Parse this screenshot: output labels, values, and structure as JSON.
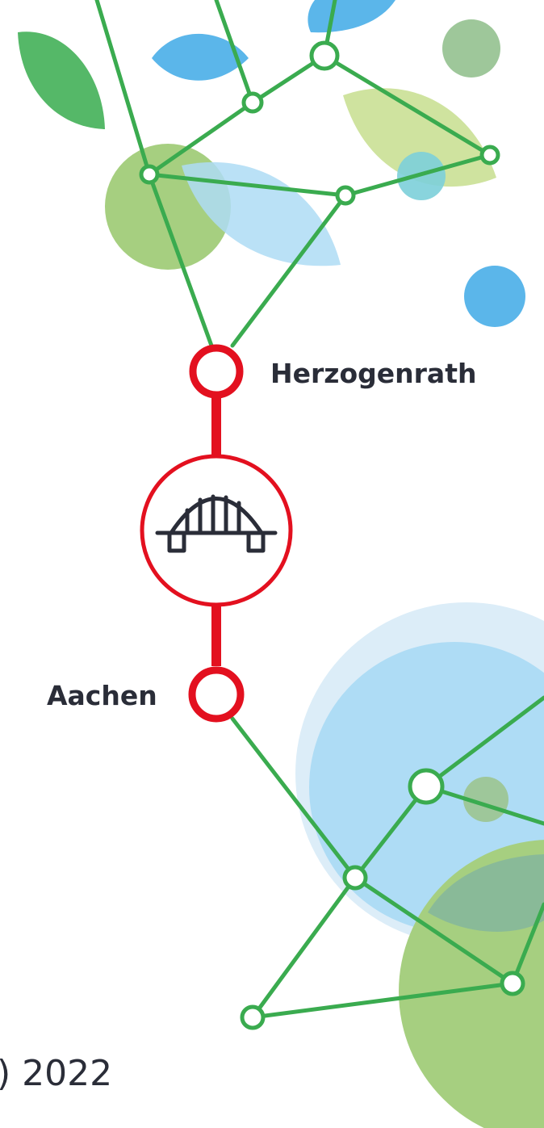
{
  "stations": {
    "top": "Herzogenrath",
    "bottom": "Aachen"
  },
  "footer": {
    "year_text": ") 2022"
  },
  "icons": {
    "crossing": "bridge-icon"
  },
  "colors": {
    "network_green": "#3aab4f",
    "route_red": "#e3101f",
    "leaf_green": "#55b868",
    "sky_blue": "#5bb6ea",
    "light_blue": "#aedcf5",
    "light_green": "#a6cf80",
    "pale_green": "#cfe39f",
    "sage": "#9ec79a",
    "text_dark": "#2a2d38"
  }
}
